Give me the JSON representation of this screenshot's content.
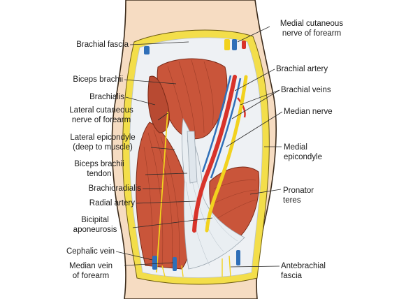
{
  "labels": {
    "brachial_fascia": "Brachial fascia",
    "biceps_brachii": "Biceps brachii",
    "brachialis": "Brachialis",
    "lateral_cutaneous_1": "Lateral cutaneous",
    "lateral_cutaneous_2": "nerve of forearm",
    "lateral_epicondyle_1": "Lateral epicondyle",
    "lateral_epicondyle_2": "(deep to muscle)",
    "biceps_tendon_1": "Biceps brachii",
    "biceps_tendon_2": "tendon",
    "brachioradialis": "Brachioradialis",
    "radial_artery": "Radial artery",
    "bicipital_1": "Bicipital",
    "bicipital_2": "aponeurosis",
    "cephalic_vein": "Cephalic vein",
    "median_vein_1": "Median vein",
    "median_vein_2": "of forearm",
    "medial_cutaneous_1": "Medial cutaneous",
    "medial_cutaneous_2": "nerve of forearm",
    "brachial_artery": "Brachial artery",
    "brachial_veins": "Brachial veins",
    "median_nerve": "Median nerve",
    "medial_epicondyle_1": "Medial",
    "medial_epicondyle_2": "epicondyle",
    "pronator_teres_1": "Pronator",
    "pronator_teres_2": "teres",
    "antebrachial_1": "Antebrachial",
    "antebrachial_2": "fascia"
  },
  "colors": {
    "skin": "#f6dcc2",
    "skin_outline": "#3a2a1a",
    "fascia_yellow": "#f3de4a",
    "muscle": "#c9553a",
    "muscle_light": "#e07a5a",
    "tendon": "#e9eef2",
    "artery": "#d8332a",
    "vein": "#2f6fb8",
    "nerve": "#f2d21e"
  }
}
